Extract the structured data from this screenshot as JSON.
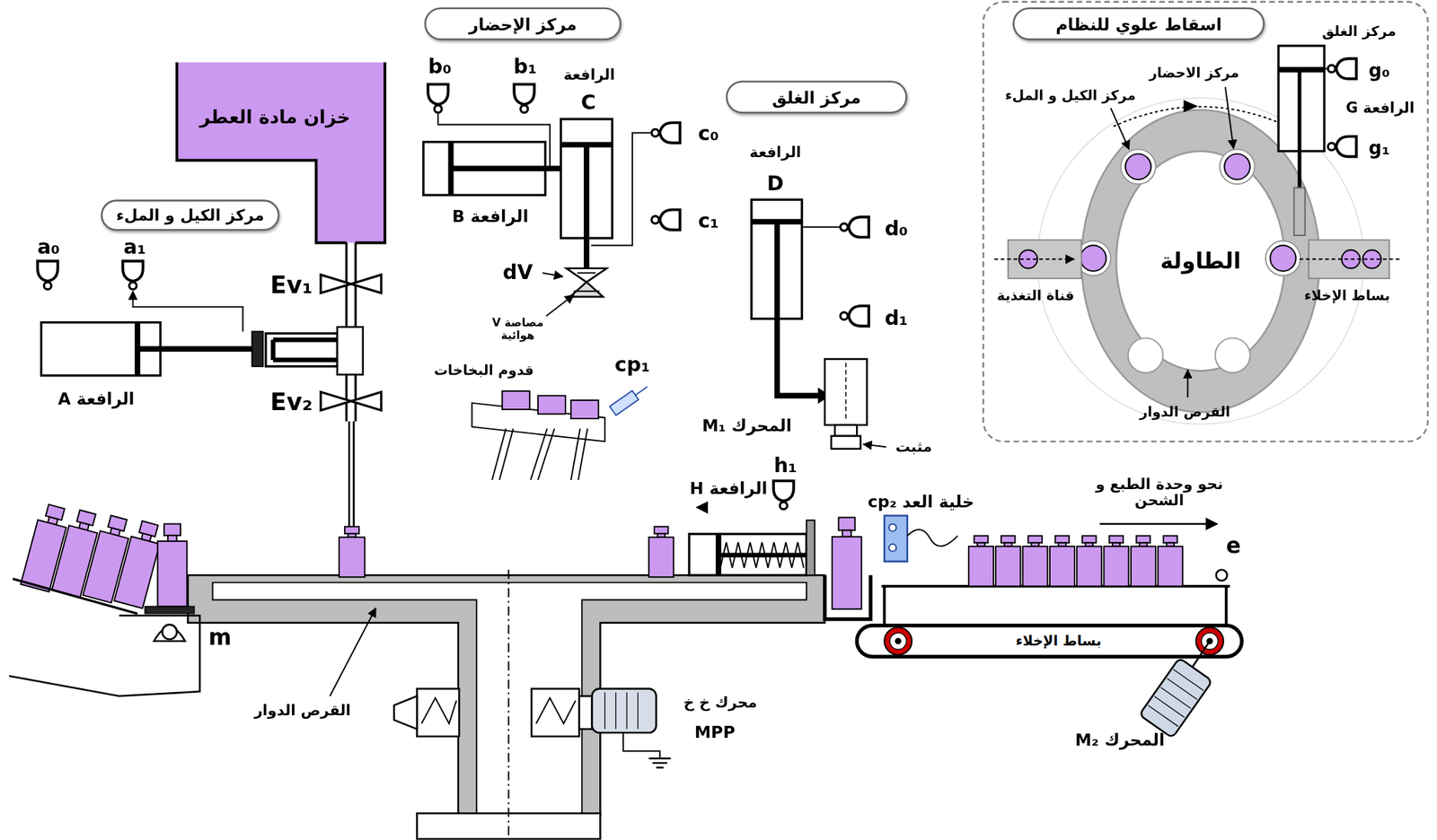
{
  "diagram": {
    "nodes": [
      {
        "text": [
          "مركز الإحضار"
        ]
      },
      {
        "text": [
          "خزان مادة العطر"
        ]
      },
      {
        "text": [
          "مركز الكيل و الملء"
        ]
      },
      {
        "text": [
          "مركز الغلق"
        ]
      },
      {
        "text": [
          "اسقاط علوي للنظام"
        ]
      },
      {
        "text": [
          "الطاولة"
        ]
      },
      {
        "text": [
          "بساط الإخلاء"
        ]
      }
    ],
    "labels": [
      "b₀",
      "b₁",
      "الرافعة",
      "C",
      "c₀",
      "c₁",
      "الرافعة B",
      "dV",
      "مصاصة V هوائية",
      "قدوم البخاخات",
      "cp₁",
      "الرافعة",
      "D",
      "d₀",
      "d₁",
      "المحرك M₁",
      "مثبت",
      "a₀",
      "a₁",
      "Ev₁",
      "Ev₂",
      "الرافعة A",
      "m",
      "القرص الدوار",
      "محرك خ خ",
      "MPP",
      "h₁",
      "الرافعة H",
      "خلية العد cp₂",
      "نحو وحدة الطبع و الشحن",
      "e",
      "المحرك M₂",
      "مركز الغلق",
      "g₀",
      "الرافعة G",
      "g₁",
      "مركز الاحضار",
      "مركز الكيل و الملء",
      "قناة التغذية",
      "بساط الإخلاء",
      "القرص الدوار"
    ]
  }
}
